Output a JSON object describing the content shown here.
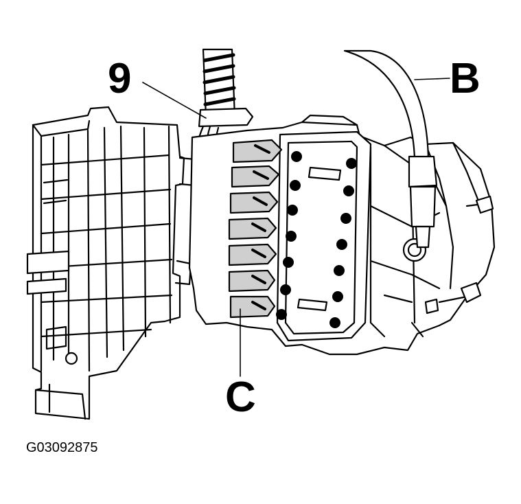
{
  "callouts": {
    "label_9": "9",
    "label_b": "B",
    "label_c": "C"
  },
  "figure_id": "G03092875",
  "colors": {
    "line": "#000000",
    "fill": "#ffffff",
    "shade": "#cfcfcf",
    "dark": "#5a5a5a"
  }
}
